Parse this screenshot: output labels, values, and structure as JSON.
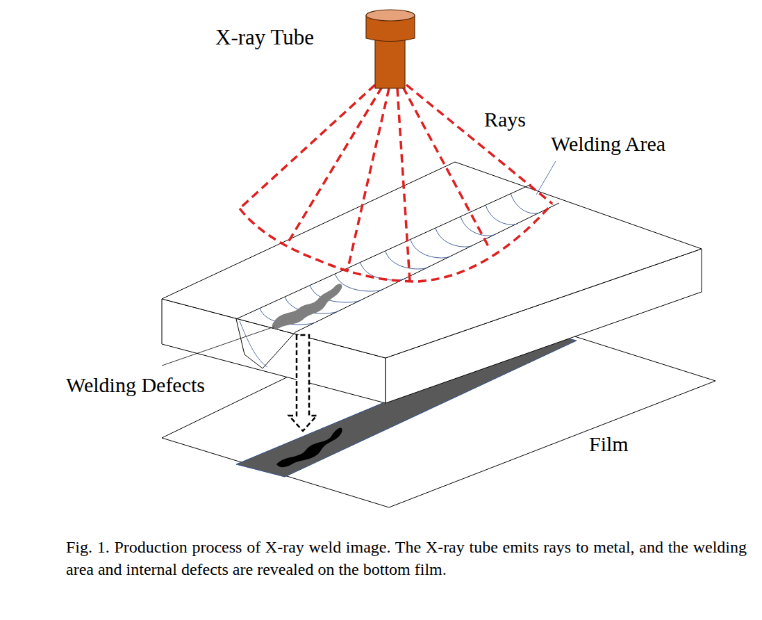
{
  "diagram": {
    "caption": "Fig. 1.  Production process of X-ray weld image. The X-ray tube emits rays to metal, and the welding area and internal defects are revealed on the bottom film.",
    "labels": [
      "X-ray Tube",
      "Rays",
      "Welding Area",
      "Welding Defects",
      "Film"
    ]
  }
}
